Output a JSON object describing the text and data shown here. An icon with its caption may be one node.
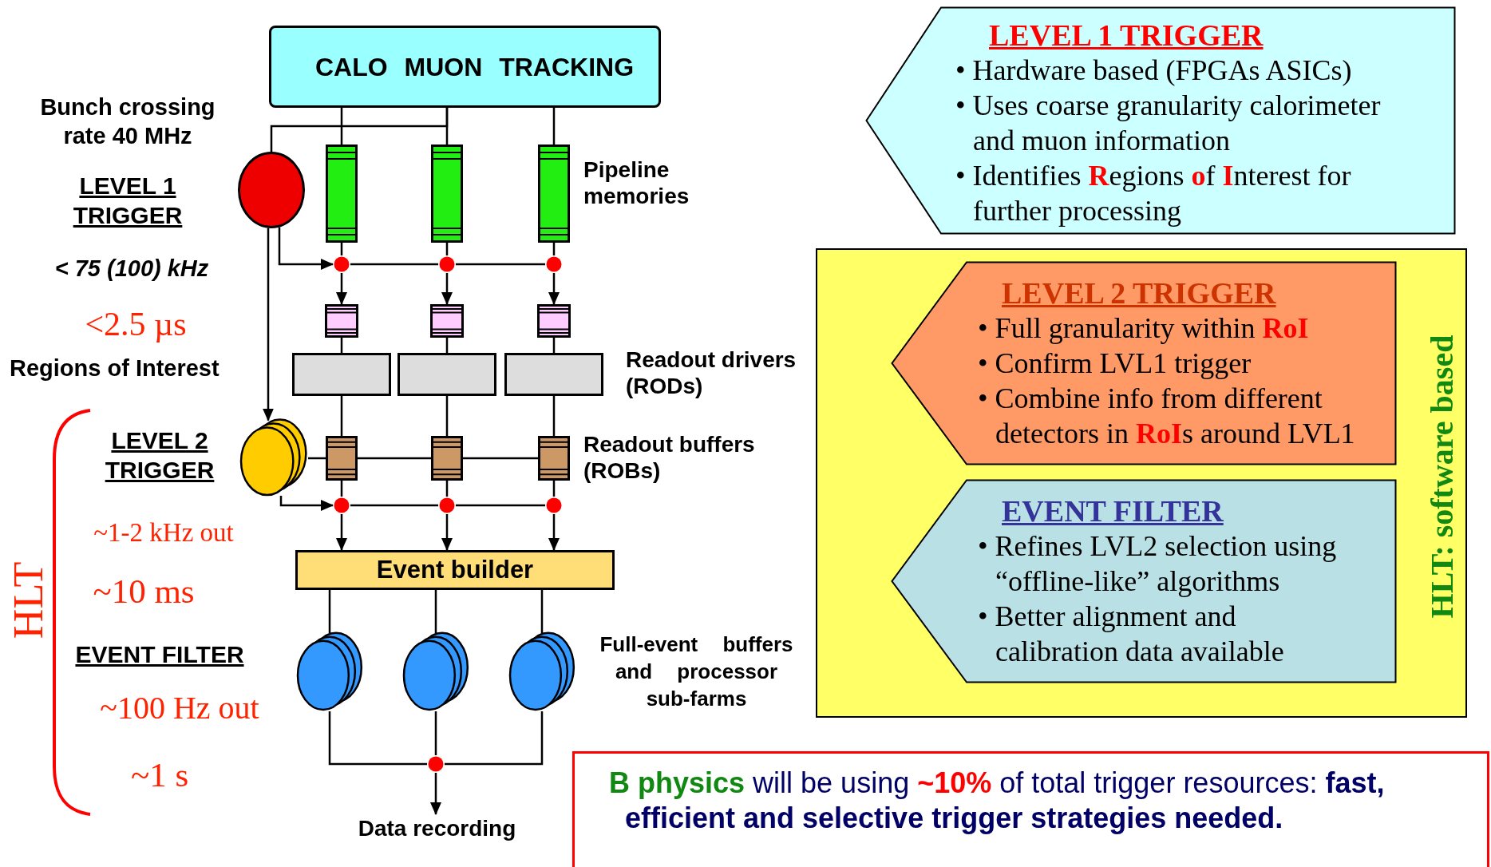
{
  "diagram": {
    "nodes": [
      {
        "text": [
          "CALO MUON TRACKING"
        ]
      },
      {
        "text": [],
        "shape": "bar"
      },
      {
        "text": [],
        "shape": "bar"
      },
      {
        "text": [],
        "shape": "bar"
      },
      {
        "text": [],
        "shape": "circle"
      },
      {
        "text": [],
        "shape": "circle"
      },
      {
        "text": [],
        "shape": "circle"
      },
      {
        "text": [],
        "shape": "circle"
      },
      {
        "text": [],
        "shape": "box"
      },
      {
        "text": [],
        "shape": "box"
      },
      {
        "text": [],
        "shape": "box"
      },
      {
        "text": [],
        "shape": "box"
      },
      {
        "text": [],
        "shape": "box"
      },
      {
        "text": [],
        "shape": "box"
      },
      {
        "text": [],
        "shape": "circle"
      },
      {
        "text": [],
        "shape": "box"
      },
      {
        "text": [],
        "shape": "box"
      },
      {
        "text": [],
        "shape": "box"
      },
      {
        "text": [],
        "shape": "circle"
      },
      {
        "text": [],
        "shape": "circle"
      },
      {
        "text": [],
        "shape": "circle"
      },
      {
        "text": [
          "Event builder"
        ]
      },
      {
        "text": [],
        "shape": "circle"
      },
      {
        "text": [],
        "shape": "circle"
      },
      {
        "text": [],
        "shape": "circle"
      },
      {
        "text": [],
        "shape": "circle"
      },
      {
        "text": [
          "Data recording"
        ]
      },
      {
        "text": [
          "LEVEL 1 TRIGGER",
          "• Hardware based (FPGAs ASICs)",
          "• Uses coarse granularity calorimeter and muon information",
          "• Identifies **R**egions **o**f **I**nterest for further processing"
        ]
      },
      {
        "text": [
          "HLT: software based"
        ]
      },
      {
        "text": [
          "LEVEL 2 TRIGGER",
          "• Full granularity within **RoI**",
          "• Confirm LVL1 trigger",
          "• Combine info from different detectors in **RoI**s around LVL1"
        ],
        "in": 28
      },
      {
        "text": [
          "EVENT FILTER",
          "• Refines LVL2 selection using “offline-like” algorithms",
          "• Better alignment and calibration data available"
        ],
        "in": 28
      },
      {
        "text": [
          "**B physics** will be using **~10%** of total trigger resources: **fast, efficient and selective trigger strategies needed.**"
        ]
      }
    ],
    "edges": [
      {
        "from": 0,
        "to": 1,
        "arrow": "none"
      },
      {
        "from": 0,
        "to": 2,
        "arrow": "none"
      },
      {
        "from": 0,
        "to": 3,
        "arrow": "none"
      },
      {
        "from": 0,
        "to": 4,
        "arrow": "none"
      },
      {
        "from": 1,
        "to": 5,
        "arrow": "none"
      },
      {
        "from": 2,
        "to": 6,
        "arrow": "none"
      },
      {
        "from": 3,
        "to": 7,
        "arrow": "none"
      },
      {
        "from": 4,
        "to": 5,
        "arrow": "to"
      },
      {
        "from": 5,
        "to": 6,
        "arrow": "none"
      },
      {
        "from": 6,
        "to": 7,
        "arrow": "none"
      },
      {
        "from": 5,
        "to": 8,
        "arrow": "to"
      },
      {
        "from": 6,
        "to": 9,
        "arrow": "to"
      },
      {
        "from": 7,
        "to": 10,
        "arrow": "to"
      },
      {
        "from": 8,
        "to": 11,
        "arrow": "none"
      },
      {
        "from": 9,
        "to": 12,
        "arrow": "none"
      },
      {
        "from": 10,
        "to": 13,
        "arrow": "none"
      },
      {
        "from": 11,
        "to": 15,
        "arrow": "none"
      },
      {
        "from": 12,
        "to": 16,
        "arrow": "none"
      },
      {
        "from": 13,
        "to": 17,
        "arrow": "none"
      },
      {
        "from": 4,
        "to": 14,
        "arrow": "to"
      },
      {
        "from": 14,
        "to": 15,
        "arrow": "none"
      },
      {
        "from": 15,
        "to": 16,
        "arrow": "none"
      },
      {
        "from": 16,
        "to": 17,
        "arrow": "none"
      },
      {
        "from": 14,
        "to": 18,
        "arrow": "to"
      },
      {
        "from": 15,
        "to": 18,
        "arrow": "none"
      },
      {
        "from": 16,
        "to": 19,
        "arrow": "none"
      },
      {
        "from": 17,
        "to": 20,
        "arrow": "none"
      },
      {
        "from": 18,
        "to": 19,
        "arrow": "none"
      },
      {
        "from": 19,
        "to": 20,
        "arrow": "none"
      },
      {
        "from": 18,
        "to": 21,
        "arrow": "to"
      },
      {
        "from": 19,
        "to": 21,
        "arrow": "to"
      },
      {
        "from": 20,
        "to": 21,
        "arrow": "to"
      },
      {
        "from": 21,
        "to": 22,
        "arrow": "none"
      },
      {
        "from": 21,
        "to": 23,
        "arrow": "none"
      },
      {
        "from": 21,
        "to": 24,
        "arrow": "none"
      },
      {
        "from": 22,
        "to": 25,
        "arrow": "none"
      },
      {
        "from": 23,
        "to": 25,
        "arrow": "none"
      },
      {
        "from": 24,
        "to": 25,
        "arrow": "none"
      },
      {
        "from": 25,
        "to": 26,
        "arrow": "to"
      }
    ],
    "labels": [
      "Bunch crossing rate 40 MHz",
      "LEVEL 1 TRIGGER",
      "< 75 (100) kHz",
      "<2.5 µs",
      "Regions of Interest",
      "HLT",
      "LEVEL 2 TRIGGER",
      "~1-2 kHz out",
      "~10 ms",
      "EVENT FILTER",
      "~100 Hz out",
      "~1 s",
      "Pipeline memories",
      "Readout drivers (RODs)",
      "Readout buffers (ROBs)",
      "Full-event buffers and processor sub-farms"
    ]
  }
}
